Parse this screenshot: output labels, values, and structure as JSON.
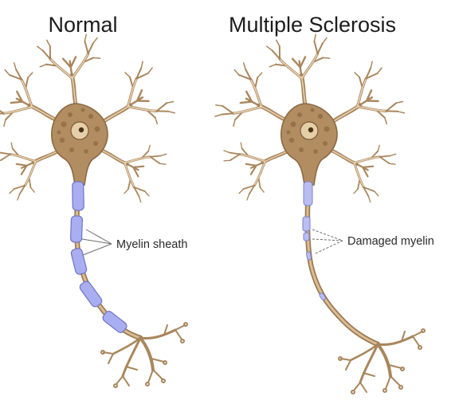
{
  "panels": [
    {
      "title": "Normal",
      "label": "Myelin sheath"
    },
    {
      "title": "Multiple Sclerosis",
      "label": "Damaged myelin"
    }
  ],
  "colors": {
    "neuron_body": "#b38d62",
    "neuron_outline": "#8a6a44",
    "myelin": "#a9aef0",
    "myelin_outline": "#6f74c6",
    "nucleus": "#e4cfa9"
  }
}
